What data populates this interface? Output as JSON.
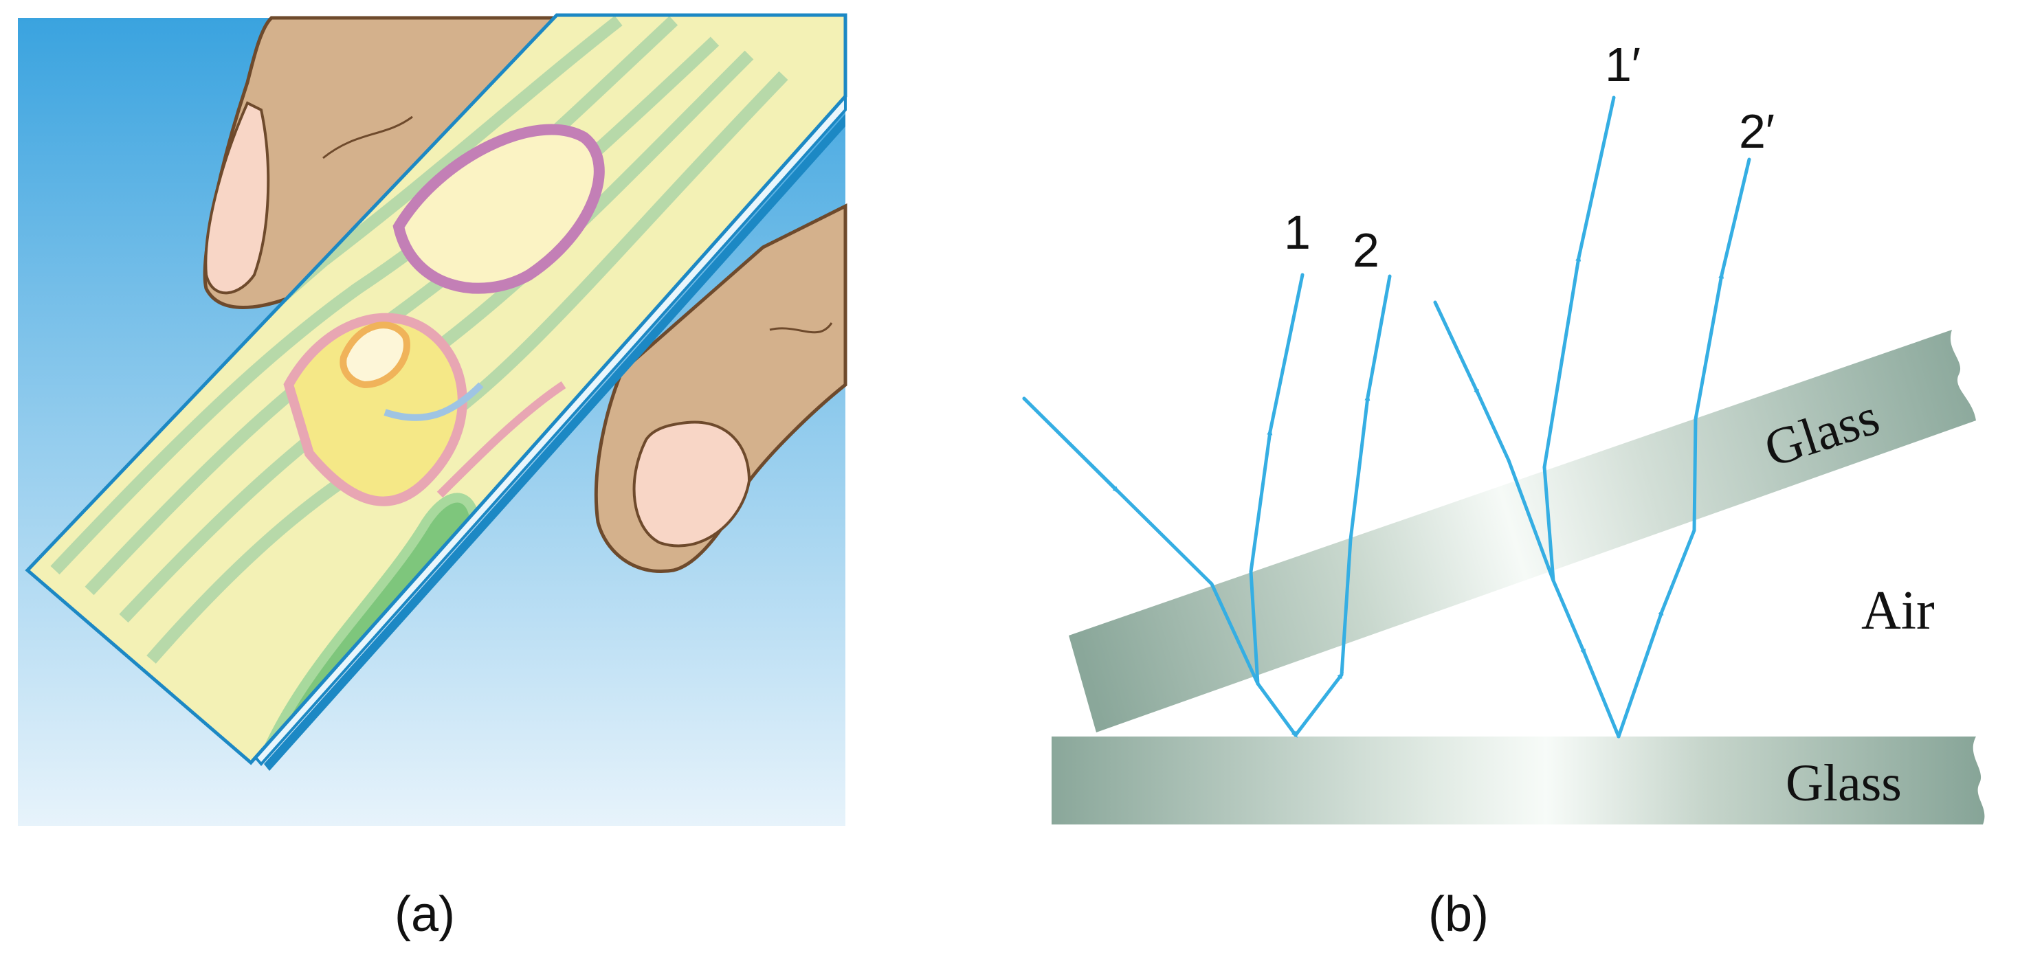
{
  "panel_a": {
    "caption": "(a)"
  },
  "panel_b": {
    "caption": "(b)",
    "media": {
      "upper_glass": "Glass",
      "air_gap": "Air",
      "lower_glass": "Glass"
    },
    "rays": {
      "ray_1": "1",
      "ray_2": "2",
      "ray_1_prime": "1′",
      "ray_2_prime": "2′"
    }
  },
  "colors": {
    "ray": "#35aee3",
    "glass_dark": "#8aa79a",
    "glass_light": "#f4f9f5",
    "sky_top": "#3aa3df",
    "sky_bottom": "#e7f3fb",
    "plate_edge": "#1c88c4",
    "skin": "#d4b18c",
    "skin_outline": "#6e4a2c",
    "nail": "#f8d6c6"
  },
  "icons": {
    "ray_direction": "arrowhead-icon"
  }
}
